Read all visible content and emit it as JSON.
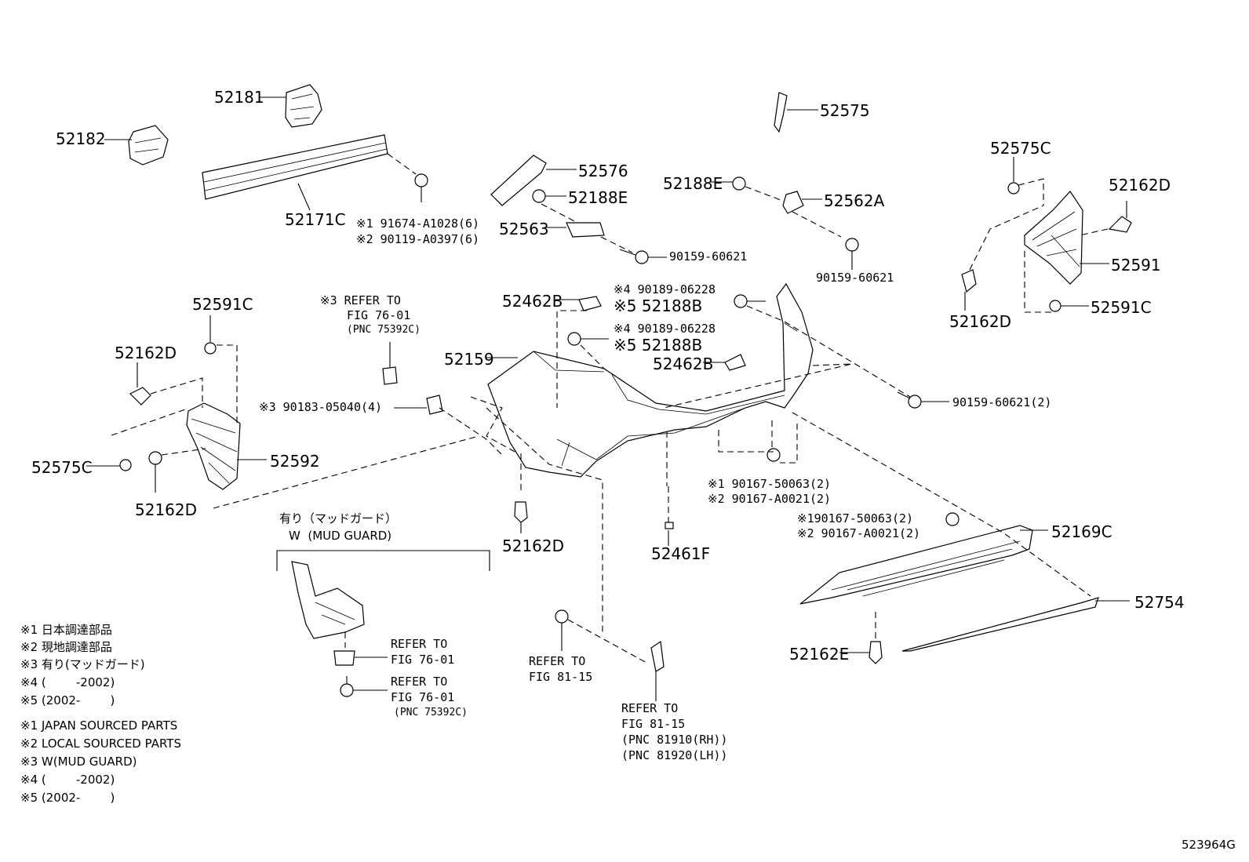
{
  "parts": {
    "p52181": "52181",
    "p52182": "52182",
    "p52171C": "52171C",
    "p52575": "52575",
    "p52576": "52576",
    "p52188E_a": "52188E",
    "p52188E_b": "52188E",
    "p52563": "52563",
    "p52562A": "52562A",
    "p52575C_r": "52575C",
    "p52162D_r1": "52162D",
    "p52591": "52591",
    "p52162D_r2": "52162D",
    "p52591C_r": "52591C",
    "p90159_a": "90159-60621",
    "p90159_b": "90159-60621",
    "p90159_c": "90159-60621(2)",
    "p52591C_l": "52591C",
    "p52162D_l1": "52162D",
    "p52575C_l": "52575C",
    "p52592": "52592",
    "p52162D_l2": "52162D",
    "p52462B_a": "52462B",
    "p52462B_b": "52462B",
    "p52159": "52159",
    "p52188B_a": "※5 52188B",
    "p52188B_b": "※5 52188B",
    "p90189_a": "※4 90189-06228",
    "p90189_b": "※4 90189-06228",
    "p90183": "※3 90183-05040(4)",
    "p52162D_c": "52162D",
    "p52461F": "52461F",
    "p90167_1a": "※1 90167-50063(2)",
    "p90167_2a": "※2 90167-A0021(2)",
    "p90167_1b": "※190167-50063(2)",
    "p90167_2b": "※2 90167-A0021(2)",
    "p52169C": "52169C",
    "p52754": "52754",
    "p52162E": "52162E",
    "p91674": "※1 91674-A1028(6)",
    "p90119": "※2 90119-A0397(6)"
  },
  "refs": {
    "ref3_l1": "※3 REFER TO",
    "ref3_l2": "FIG 76-01",
    "ref3_l3": "(PNC 75392C)",
    "mg_title1": "有り（マッドガード）",
    "mg_title2": "W  (MUD GUARD)",
    "mg_ref1_l1": "REFER TO",
    "mg_ref1_l2": "FIG 76-01",
    "mg_ref2_l1": "REFER TO",
    "mg_ref2_l2": "FIG 76-01",
    "mg_ref2_l3": "(PNC 75392C)",
    "ref81_l1": "REFER TO",
    "ref81_l2": "FIG 81-15",
    "ref81b_l1": "REFER TO",
    "ref81b_l2": "FIG 81-15",
    "ref81b_l3": "(PNC 81910(RH))",
    "ref81b_l4": "(PNC 81920(LH))"
  },
  "notes_jp": [
    "※1 日本調達部品",
    "※2 現地調達部品",
    "※3 有り(マッドガード)",
    "※4 (        -2002)",
    "※5 (2002-        )"
  ],
  "notes_en": [
    "※1 JAPAN SOURCED PARTS",
    "※2 LOCAL SOURCED PARTS",
    "※3 W(MUD GUARD)",
    "※4 (        -2002)",
    "※5 (2002-        )"
  ],
  "figure_id": "523964G"
}
